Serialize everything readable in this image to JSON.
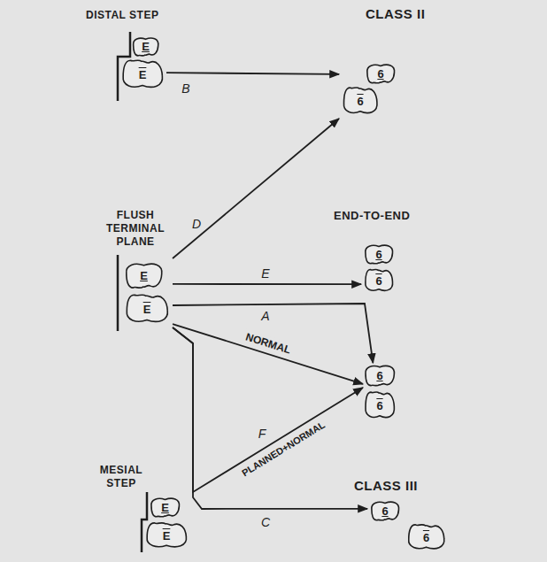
{
  "diagram": {
    "nodes": [
      {
        "text": [
          "DISTAL STEP"
        ]
      },
      {
        "text": [
          "E"
        ],
        "in": 0
      },
      {
        "text": [
          "E"
        ],
        "in": 0
      },
      {
        "text": [
          "CLASS II"
        ]
      },
      {
        "text": [
          "6"
        ],
        "in": 3
      },
      {
        "text": [
          "6"
        ],
        "in": 3
      },
      {
        "text": [
          "FLUSH TERMINAL PLANE"
        ]
      },
      {
        "text": [
          "E"
        ],
        "in": 6
      },
      {
        "text": [
          "E"
        ],
        "in": 6
      },
      {
        "text": [
          "END-TO-END"
        ]
      },
      {
        "text": [
          "6"
        ],
        "in": 9
      },
      {
        "text": [
          "6"
        ],
        "in": 9
      },
      {
        "text": [
          "6"
        ]
      },
      {
        "text": [
          "6"
        ]
      },
      {
        "text": [
          "MESIAL STEP"
        ]
      },
      {
        "text": [
          "E"
        ],
        "in": 14
      },
      {
        "text": [
          "E"
        ],
        "in": 14
      },
      {
        "text": [
          "CLASS III"
        ]
      },
      {
        "text": [
          "6"
        ],
        "in": 17
      },
      {
        "text": [
          "6"
        ],
        "in": 17
      }
    ],
    "edges": [
      {
        "from": 0,
        "to": 3,
        "arrow": "to",
        "label": "B"
      },
      {
        "from": 6,
        "to": 3,
        "arrow": "to",
        "label": "D"
      },
      {
        "from": 6,
        "to": 9,
        "arrow": "to",
        "label": "E"
      },
      {
        "from": 6,
        "to": 12,
        "arrow": "to",
        "label": "A"
      },
      {
        "from": 6,
        "to": 12,
        "arrow": "to",
        "label": "NORMAL"
      },
      {
        "from": 6,
        "to": 12,
        "arrow": "to",
        "label": "F"
      },
      {
        "from": 6,
        "to": 17,
        "arrow": "to",
        "label": "C"
      }
    ],
    "labels": [
      "PLANNED+NORMAL"
    ]
  }
}
